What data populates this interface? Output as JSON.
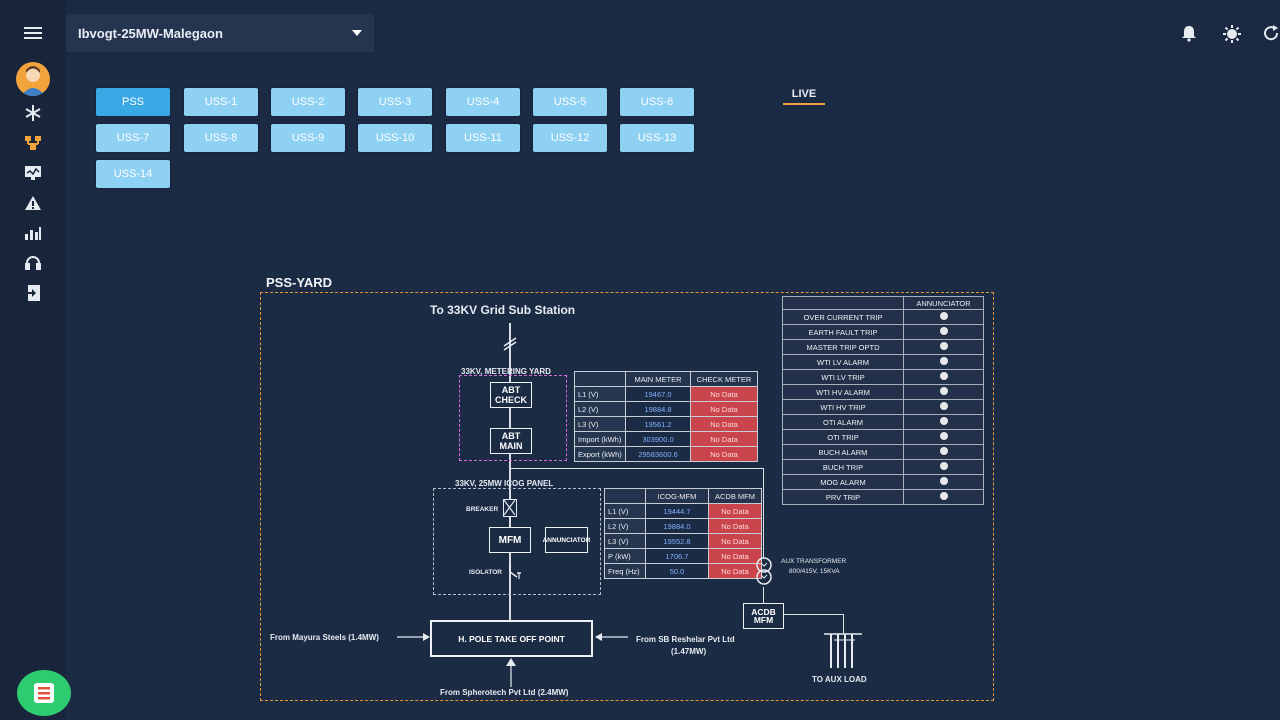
{
  "header": {
    "site_name": "Ibvogt-25MW-Malegaon"
  },
  "sidebar": {
    "icons": [
      "menu-icon",
      "avatar",
      "snowflake-icon",
      "network-icon",
      "monitor-icon",
      "warning-icon",
      "chart-icon",
      "headset-icon",
      "logout-icon"
    ]
  },
  "tabs": [
    {
      "label": "PSS",
      "active": true
    },
    {
      "label": "USS-1"
    },
    {
      "label": "USS-2"
    },
    {
      "label": "USS-3"
    },
    {
      "label": "USS-4"
    },
    {
      "label": "USS-5"
    },
    {
      "label": "USS-6"
    },
    {
      "label": "USS-7"
    },
    {
      "label": "USS-8"
    },
    {
      "label": "USS-9"
    },
    {
      "label": "USS-10"
    },
    {
      "label": "USS-11"
    },
    {
      "label": "USS-12"
    },
    {
      "label": "USS-13"
    },
    {
      "label": "USS-14"
    }
  ],
  "live_label": "LIVE",
  "diagram": {
    "title": "PSS-YARD",
    "grid_label": "To 33KV Grid Sub Station",
    "metering_yard_label": "33KV, METERING YARD",
    "abt_check": "ABT CHECK",
    "abt_main": "ABT MAIN",
    "icog_panel_label": "33KV, 25MW ICOG PANEL",
    "breaker_label": "BREAKER",
    "isolator_label": "ISOLATOR",
    "mfm_label": "MFM",
    "annunciator_box": "ANNUNCIATOR",
    "aux_transformer": "AUX TRANSFORMER",
    "aux_transformer_spec": "800/415V, 15KVA",
    "acdb_mfm": "ACDB MFM",
    "aux_load": "TO AUX LOAD",
    "takeoff": "H. POLE TAKE OFF POINT",
    "from_left": "From Mayura Steels (1.4MW)",
    "from_right_1": "From SB Reshelar Pvt Ltd",
    "from_right_2": "(1.47MW)",
    "from_bottom": "From Spherotech Pvt Ltd (2.4MW)"
  },
  "main_meter_table": {
    "headers": [
      "",
      "MAIN METER",
      "CHECK METER"
    ],
    "rows": [
      {
        "label": "L1 (V)",
        "main": "19467.0",
        "check": "No Data"
      },
      {
        "label": "L2 (V)",
        "main": "19884.8",
        "check": "No Data"
      },
      {
        "label": "L3 (V)",
        "main": "19561.2",
        "check": "No Data"
      },
      {
        "label": "Import (kWh)",
        "main": "303900.0",
        "check": "No Data"
      },
      {
        "label": "Export (kWh)",
        "main": "29583600.6",
        "check": "No Data"
      }
    ]
  },
  "icog_table": {
    "headers": [
      "",
      "ICOG-MFM",
      "ACDB MFM"
    ],
    "rows": [
      {
        "label": "L1 (V)",
        "main": "19444.7",
        "check": "No Data"
      },
      {
        "label": "L2 (V)",
        "main": "19884.0",
        "check": "No Data"
      },
      {
        "label": "L3 (V)",
        "main": "19552.8",
        "check": "No Data"
      },
      {
        "label": "P (kW)",
        "main": "1706.7",
        "check": "No Data"
      },
      {
        "label": "Freq (Hz)",
        "main": "50.0",
        "check": "No Data"
      }
    ]
  },
  "annunciator": {
    "header": "ANNUNCIATOR",
    "items": [
      "OVER CURRENT TRIP",
      "EARTH FAULT TRIP",
      "MASTER TRIP OPTD",
      "WTI LV ALARM",
      "WTI LV TRIP",
      "WTI HV ALARM",
      "WTI HV TRIP",
      "OTI ALARM",
      "OTI TRIP",
      "BUCH ALARM",
      "BUCH TRIP",
      "MOG ALARM",
      "PRV TRIP"
    ]
  }
}
